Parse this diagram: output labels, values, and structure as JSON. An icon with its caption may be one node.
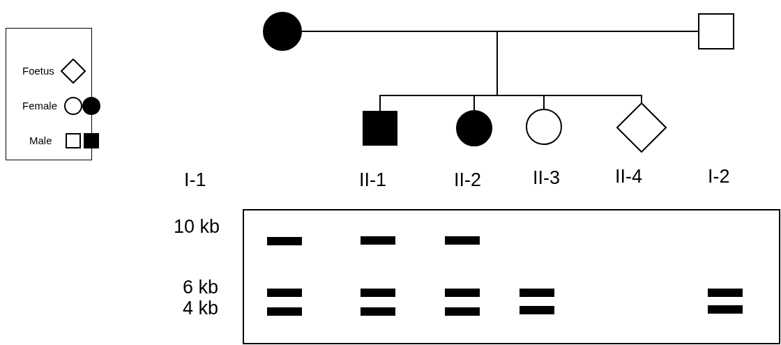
{
  "diagram": {
    "nodes": [
      {
        "text": [],
        "shape": "circle"
      },
      {
        "text": [],
        "shape": "box"
      },
      {
        "text": [],
        "shape": "box"
      },
      {
        "text": [],
        "shape": "circle"
      },
      {
        "text": [],
        "shape": "circle"
      },
      {
        "text": [],
        "shape": "diamond"
      }
    ],
    "edges": [
      {
        "from": 0,
        "to": 1,
        "arrow": "none"
      },
      {
        "from": 0,
        "to": 2,
        "arrow": "none"
      },
      {
        "from": 0,
        "to": 3,
        "arrow": "none"
      },
      {
        "from": 0,
        "to": 4,
        "arrow": "none"
      },
      {
        "from": 0,
        "to": 5,
        "arrow": "none"
      },
      {
        "from": 1,
        "to": 2,
        "arrow": "none"
      },
      {
        "from": 1,
        "to": 3,
        "arrow": "none"
      },
      {
        "from": 1,
        "to": 4,
        "arrow": "none"
      },
      {
        "from": 1,
        "to": 5,
        "arrow": "none"
      }
    ],
    "labels": [
      "I-1",
      "II-1",
      "II-2",
      "II-3",
      "II-4",
      "I-2",
      "10 kb",
      "6 kb",
      "4 kb"
    ],
    "legend": [
      {
        "text": "Foetus"
      },
      {
        "text": "Female"
      },
      {
        "text": "Male"
      }
    ]
  }
}
